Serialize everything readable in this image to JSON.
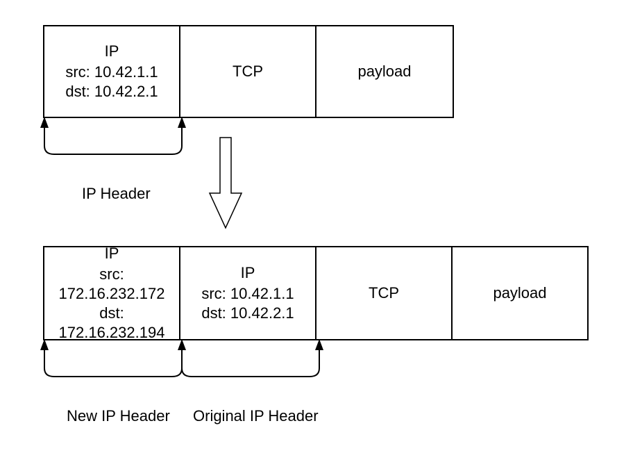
{
  "top_packet": {
    "ip": {
      "title": "IP",
      "src": "src: 10.42.1.1",
      "dst": "dst: 10.42.2.1"
    },
    "tcp": "TCP",
    "payload": "payload",
    "brace_label": "IP Header"
  },
  "bottom_packet": {
    "new_ip": {
      "title": "IP",
      "src": "src: 172.16.232.172",
      "dst": "dst: 172.16.232.194"
    },
    "orig_ip": {
      "title": "IP",
      "src": "src: 10.42.1.1",
      "dst": "dst: 10.42.2.1"
    },
    "tcp": "TCP",
    "payload": "payload",
    "new_brace_label": "New IP Header",
    "orig_brace_label": "Original IP Header"
  }
}
